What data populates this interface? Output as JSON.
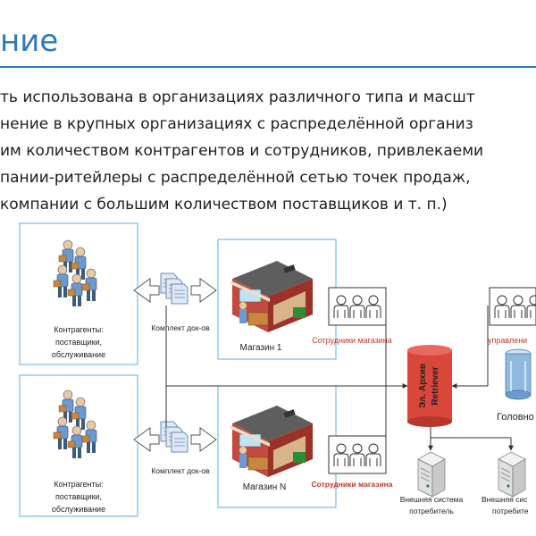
{
  "slide": {
    "title": "ние",
    "lines": [
      "ть использована в организациях различного типа  и масшт",
      "нение в крупных организациях с распределённой организ",
      "им количеством контрагентов и сотрудников, привлекаеми",
      "пании-ритейлеры с распределённой сетью точек продаж,",
      " компании с большим количеством поставщиков и т. п.)"
    ]
  },
  "diagram": {
    "contractors_top": {
      "line1": "Контрагенты:",
      "line2": "поставщики,",
      "line3": "обслуживание"
    },
    "contractors_bottom": {
      "line1": "Контрагенты:",
      "line2": "поставщики,",
      "line3": "обслуживание"
    },
    "docset_top": "Комплект док-ов",
    "docset_bottom": "Комплект док-ов",
    "store1": "Магазин 1",
    "storeN": "Магазин N",
    "staff_top": "Сотрудники магазина",
    "staff_bottom": "Сотрудники магазина",
    "archive_line1": "Эл. Архив",
    "archive_line2": "Retriever",
    "management": "управлени",
    "head_office": "Головно",
    "ext1_line1": "Внешняя система",
    "ext1_line2": "потребитель",
    "ext2_line1": "Внешняя сис",
    "ext2_line2": "потребите"
  },
  "colors": {
    "accent": "#2f7ab8",
    "box_border": "#5bb0d8",
    "archive_red": "#c0392b",
    "store_red": "#c0392b",
    "store_green": "#2e8b3a"
  }
}
